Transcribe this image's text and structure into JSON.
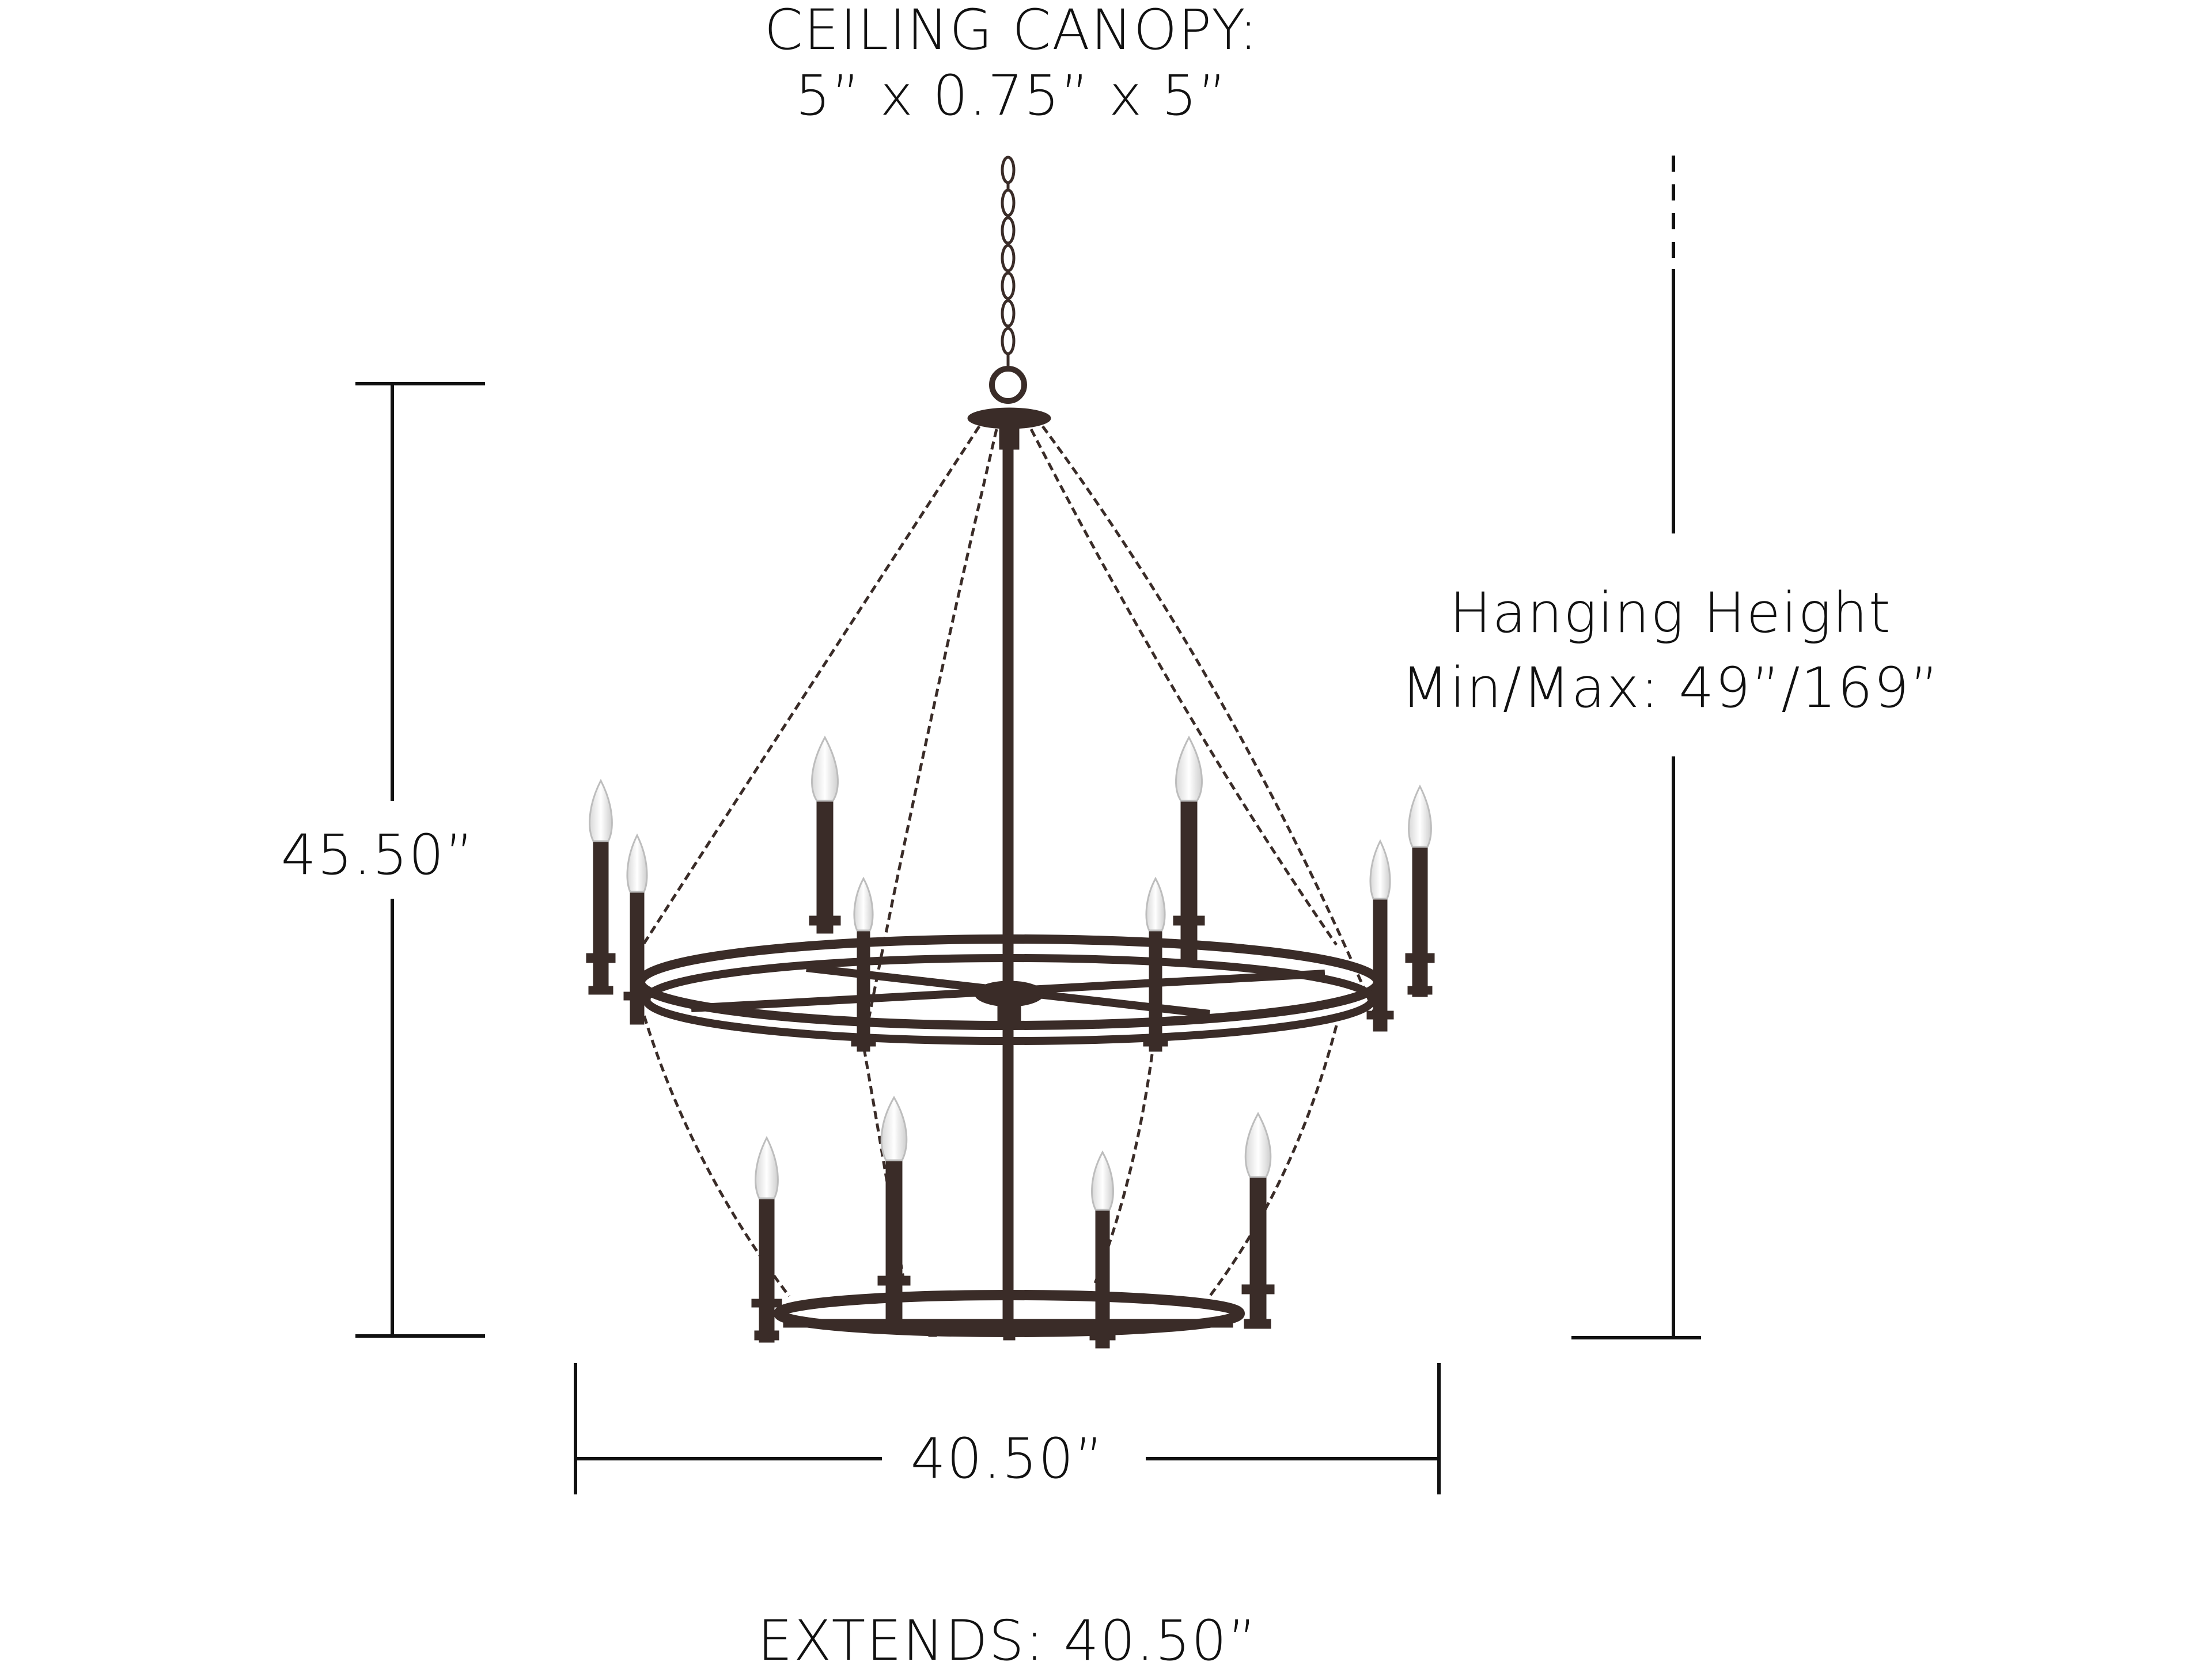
{
  "diagram": {
    "title": "Chandelier dimension diagram",
    "canopy": {
      "label": "CEILING CANOPY:",
      "dimensions": "5” x 0.75” x 5”"
    },
    "hanging_height": {
      "label": "Hanging Height",
      "value": "Min/Max: 49”/169”"
    },
    "height": {
      "value": "45.50”"
    },
    "width": {
      "value": "40.50”"
    },
    "extends": {
      "label": "EXTENDS: 40.50”"
    }
  },
  "product": {
    "type": "two-tier candle chandelier",
    "upper_tier_lights": 8,
    "lower_tier_lights": 4,
    "finish_color": "#3a2c28",
    "bulb_color": "#f2f2f2"
  },
  "colors": {
    "background": "#ffffff",
    "dimension_lines": "#111111",
    "text": "#111111",
    "metal": "#3a2c28"
  }
}
